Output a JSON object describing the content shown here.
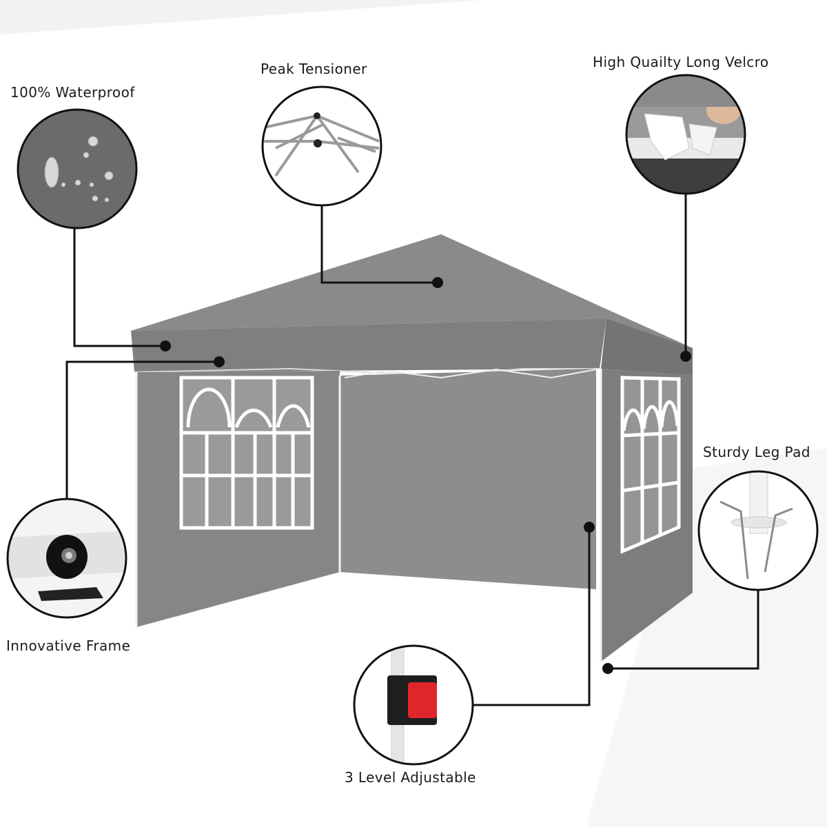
{
  "callouts": {
    "waterproof": "100% Waterproof",
    "peak_tensioner": "Peak Tensioner",
    "velcro": "High Quailty Long Velcro",
    "leg_pad": "Sturdy Leg Pad",
    "frame": "Innovative Frame",
    "adjustable": "3 Level Adjustable"
  },
  "colors": {
    "canopy": "#8c8c8c",
    "canopy_dark": "#7a7a7a",
    "wall": "#858585",
    "window_frame": "#ffffff",
    "leader_line": "#111111",
    "button_red": "#e0262b"
  }
}
